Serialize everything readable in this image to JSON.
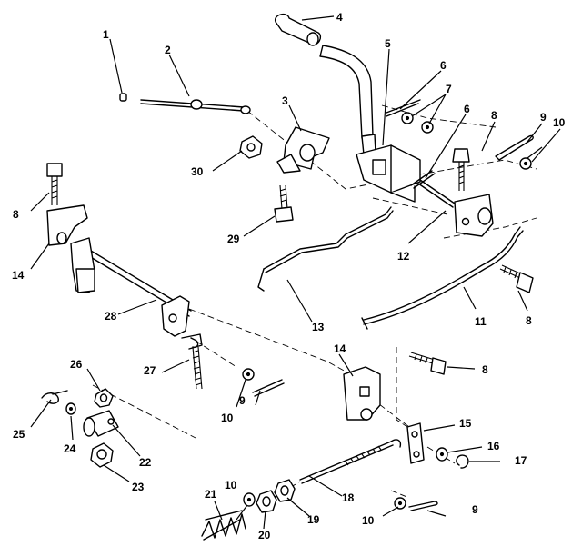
{
  "diagram": {
    "callouts": [
      {
        "part": "1",
        "label": "1"
      },
      {
        "part": "2",
        "label": "2"
      },
      {
        "part": "3",
        "label": "3"
      },
      {
        "part": "4",
        "label": "4"
      },
      {
        "part": "5",
        "label": "5"
      },
      {
        "part": "6a",
        "label": "6"
      },
      {
        "part": "6b",
        "label": "6"
      },
      {
        "part": "7",
        "label": "7"
      },
      {
        "part": "8a",
        "label": "8"
      },
      {
        "part": "8b",
        "label": "8"
      },
      {
        "part": "8c",
        "label": "8"
      },
      {
        "part": "8d",
        "label": "8"
      },
      {
        "part": "9a",
        "label": "9"
      },
      {
        "part": "9b",
        "label": "9"
      },
      {
        "part": "9c",
        "label": "9"
      },
      {
        "part": "10a",
        "label": "10"
      },
      {
        "part": "10b",
        "label": "10"
      },
      {
        "part": "10c",
        "label": "10"
      },
      {
        "part": "10d",
        "label": "10"
      },
      {
        "part": "11",
        "label": "11"
      },
      {
        "part": "12",
        "label": "12"
      },
      {
        "part": "13",
        "label": "13"
      },
      {
        "part": "14a",
        "label": "14"
      },
      {
        "part": "14b",
        "label": "14"
      },
      {
        "part": "15",
        "label": "15"
      },
      {
        "part": "16",
        "label": "16"
      },
      {
        "part": "17",
        "label": "17"
      },
      {
        "part": "18",
        "label": "18"
      },
      {
        "part": "19",
        "label": "19"
      },
      {
        "part": "20",
        "label": "20"
      },
      {
        "part": "21",
        "label": "21"
      },
      {
        "part": "22",
        "label": "22"
      },
      {
        "part": "23",
        "label": "23"
      },
      {
        "part": "24",
        "label": "24"
      },
      {
        "part": "25",
        "label": "25"
      },
      {
        "part": "26",
        "label": "26"
      },
      {
        "part": "27",
        "label": "27"
      },
      {
        "part": "28",
        "label": "28"
      },
      {
        "part": "29",
        "label": "29"
      },
      {
        "part": "30",
        "label": "30"
      }
    ]
  }
}
